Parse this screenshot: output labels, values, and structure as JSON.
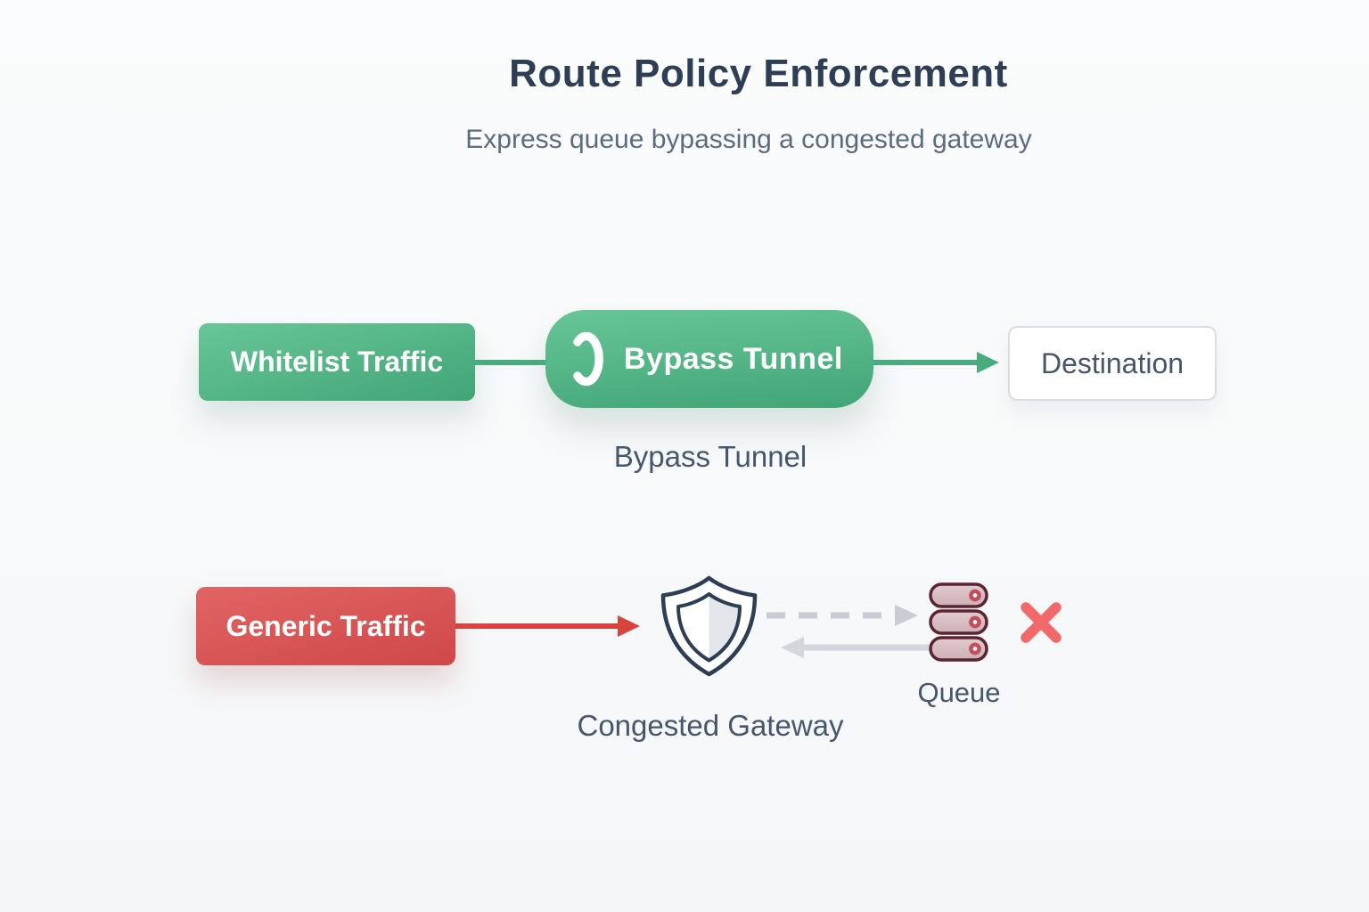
{
  "title": "Route Policy Enforcement",
  "subtitle": "Express queue bypassing a congested gateway",
  "top_flow": {
    "source_label": "Whitelist Traffic",
    "tunnel_label": "Bypass Tunnel",
    "tunnel_caption": "Bypass Tunnel",
    "destination_label": "Destination"
  },
  "bottom_flow": {
    "source_label": "Generic Traffic",
    "gateway_caption": "Congested Gateway",
    "queue_caption": "Queue"
  },
  "icons": {
    "tunnel-icon": "open-ellipse tunnel entrance",
    "shield-icon": "double-outline shield, right half shaded",
    "queue-icon": "three stacked server bars with indicator rings",
    "blocked-x-icon": "✕"
  },
  "colors": {
    "title_color": "#2d3e55",
    "subtitle_color": "#5b6c81",
    "slate_text": "#45566d",
    "green_light": "#68c698",
    "green_dark": "#41a577",
    "green_line": "#49ac7e",
    "red_light": "#e26464",
    "red_dark": "#cf4848",
    "red_arrow": "#d8433d",
    "gray_arrow": "#c9ccd4",
    "gray_arrow2": "#d4d6db",
    "coral_x": "#f2696b",
    "shield_stroke": "#2c3e55",
    "shield_half": "#e3e6eb",
    "queue_fill_top": "#e2cbcf",
    "queue_fill_bottom": "#ccb0b6",
    "queue_stroke": "#5c2430",
    "queue_dot": "#c24f5e",
    "dest_border": "#d9dee6"
  }
}
